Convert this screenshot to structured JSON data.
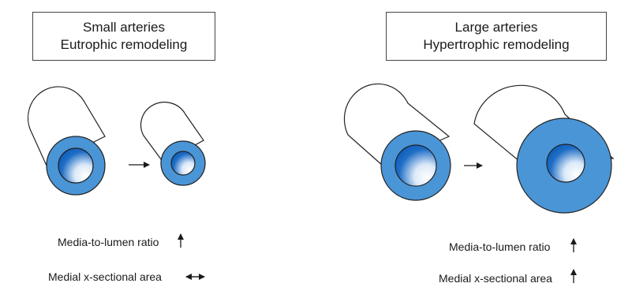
{
  "left_panel": {
    "title_line1": "Small arteries",
    "title_line2": "Eutrophic remodeling",
    "labels": [
      {
        "text": "Media-to-lumen ratio",
        "indicator": "arrow-up"
      },
      {
        "text": "Medial x-sectional area",
        "indicator": "arrow-left-right"
      }
    ]
  },
  "right_panel": {
    "title_line1": "Large arteries",
    "title_line2": "Hypertrophic remodeling",
    "labels": [
      {
        "text": "Media-to-lumen ratio",
        "indicator": "arrow-up"
      },
      {
        "text": "Medial x-sectional area",
        "indicator": "arrow-up"
      }
    ]
  },
  "colors": {
    "media": "#4a95d6",
    "lumen_dark": "#0b5cb8",
    "outline": "#222222"
  }
}
